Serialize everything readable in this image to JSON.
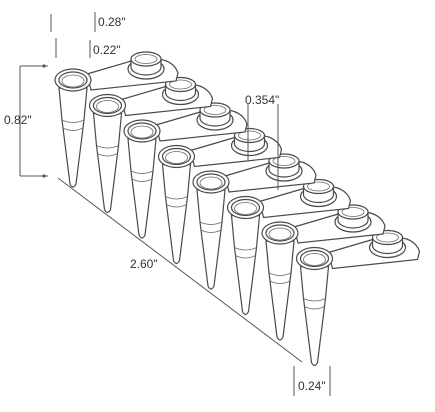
{
  "dimensions": {
    "cap_diameter": "0.28\"",
    "cap_inner": "0.22\"",
    "tube_height": "0.82\"",
    "pitch": "0.354\"",
    "strip_length": "2.60\"",
    "tube_diameter": "0.24\""
  },
  "strip": {
    "tube_count": 8
  },
  "colors": {
    "line": "#4a4a4a",
    "text": "#333333",
    "background": "#ffffff"
  }
}
